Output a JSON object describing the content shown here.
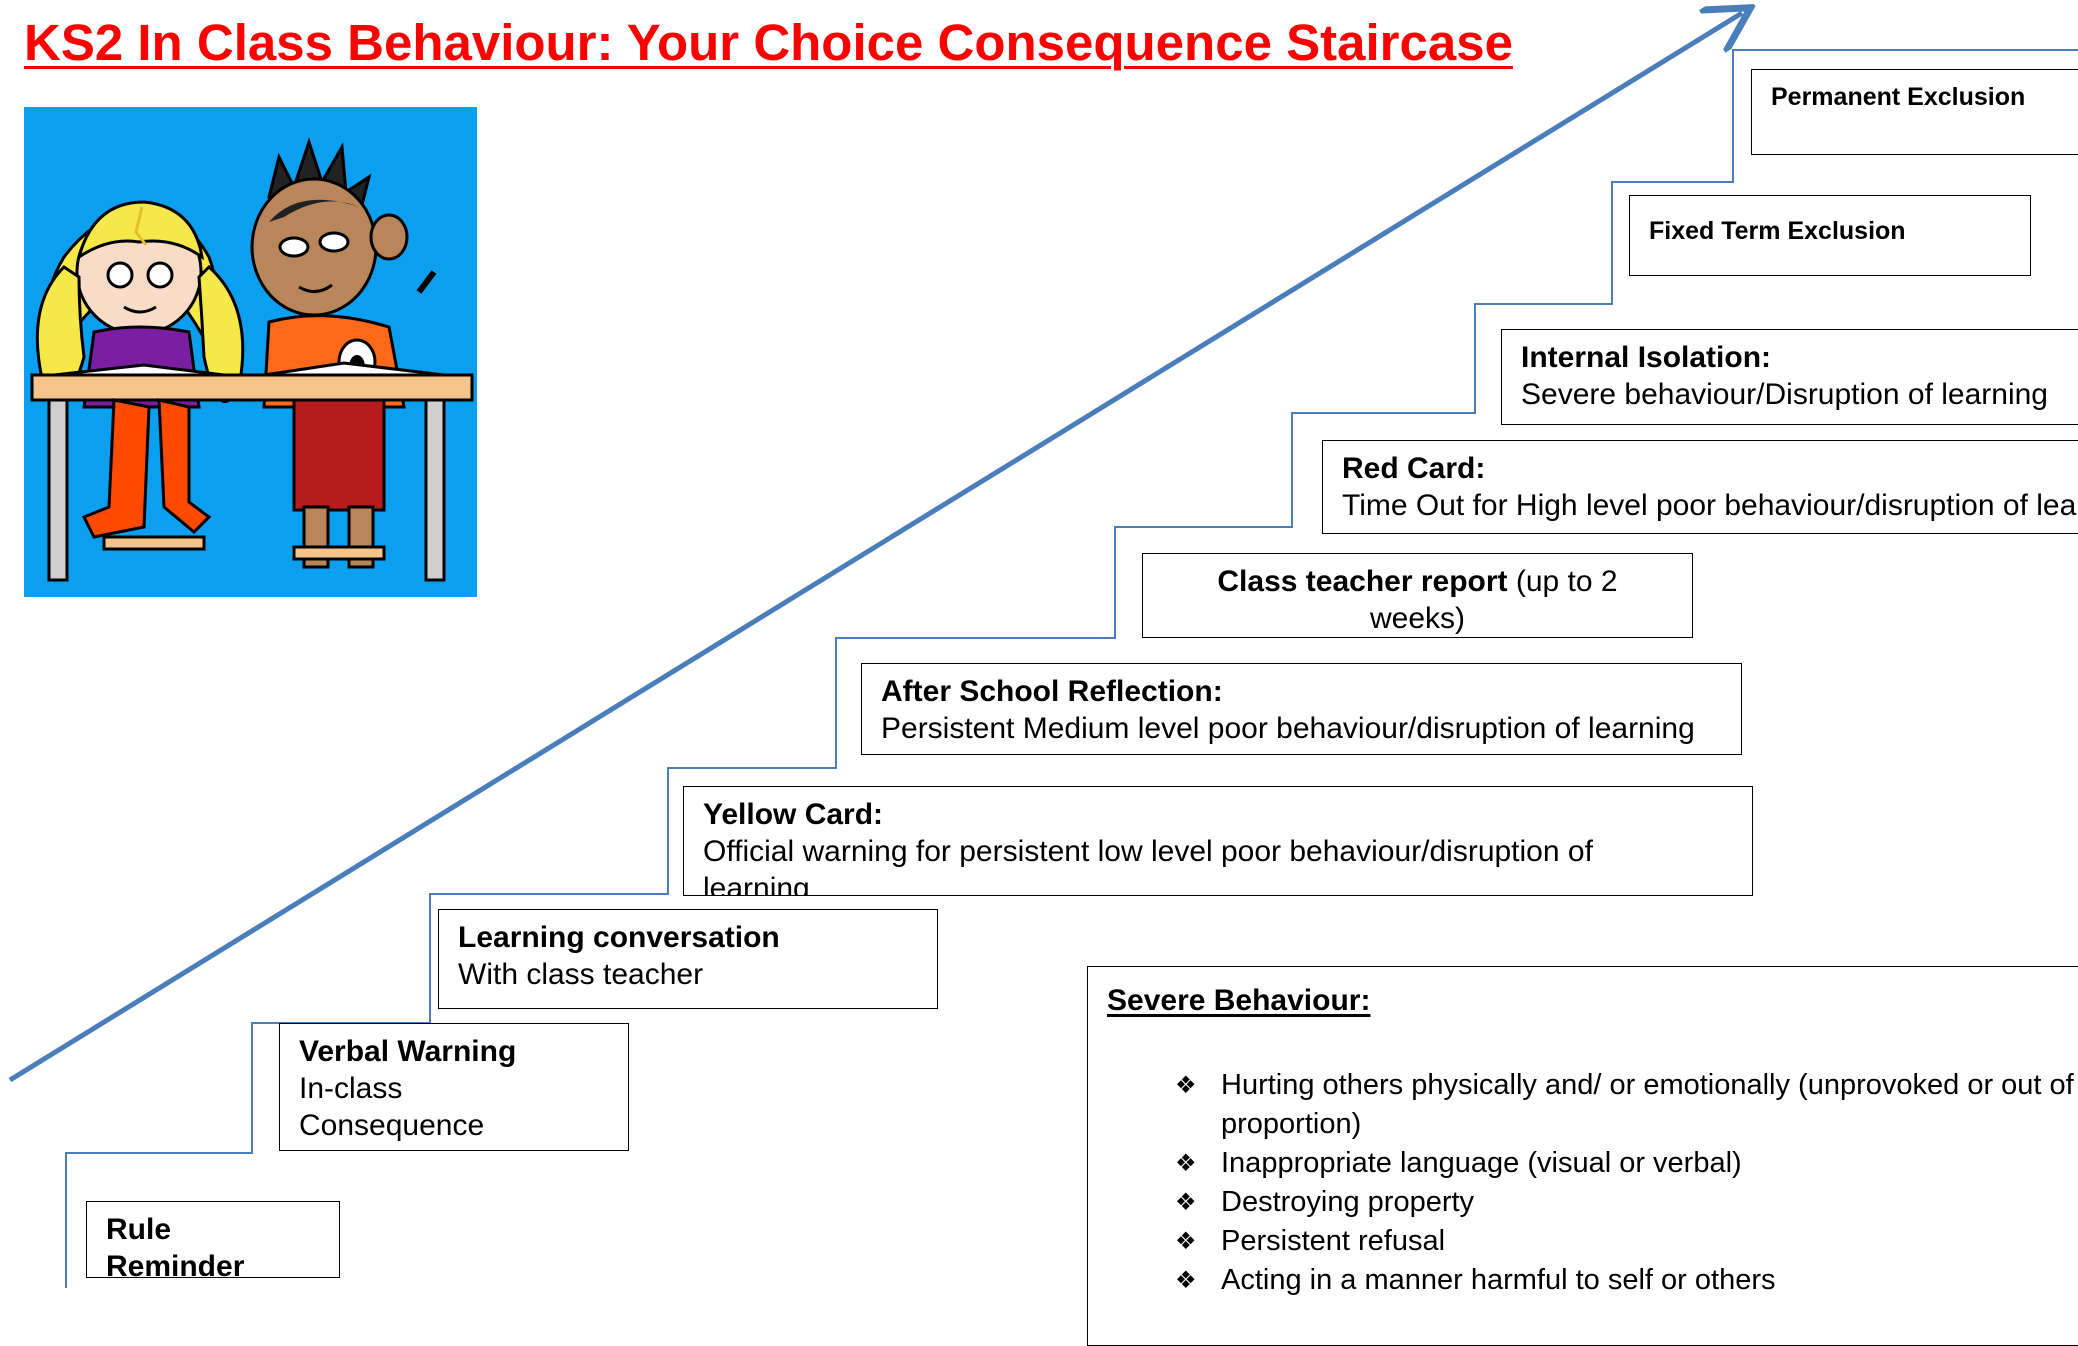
{
  "title": "KS2 In Class Behaviour: Your Choice Consequence Staircase",
  "colors": {
    "title": "#ff0000",
    "arrow": "#4a7ebb",
    "staircase_line": "#4a7ebb",
    "clipart_background": "#0b9ff0"
  },
  "illustration": "two-children-studying-at-desk",
  "steps": [
    {
      "title": "Rule",
      "detail": "Reminder"
    },
    {
      "title": "Verbal Warning",
      "detail": "In-class Consequence"
    },
    {
      "title": "Learning conversation",
      "detail": "With class teacher"
    },
    {
      "title": "Yellow Card:",
      "detail": " Official warning for persistent low level poor behaviour/disruption of learning"
    },
    {
      "title": "After School Reflection:",
      "detail": "Persistent Medium level poor behaviour/disruption of learning"
    },
    {
      "title": "Class teacher report",
      "detail": " (up to 2 weeks)"
    },
    {
      "title": "Red Card:",
      "detail": "Time Out for High level poor behaviour/disruption of learning"
    },
    {
      "title": "Internal Isolation:",
      "detail": "Severe behaviour/Disruption of learning"
    },
    {
      "title": "Fixed Term Exclusion",
      "detail": ""
    },
    {
      "title": "Permanent Exclusion",
      "detail": ""
    }
  ],
  "severe": {
    "title": "Severe Behaviour:",
    "bullet_icon": "diamond-bullet-icon",
    "items": [
      "Hurting others physically and/ or emotionally (unprovoked or out of proportion)",
      "Inappropriate language (visual or verbal)",
      "Destroying property",
      "Persistent refusal",
      "Acting in a manner harmful to self or others"
    ]
  }
}
